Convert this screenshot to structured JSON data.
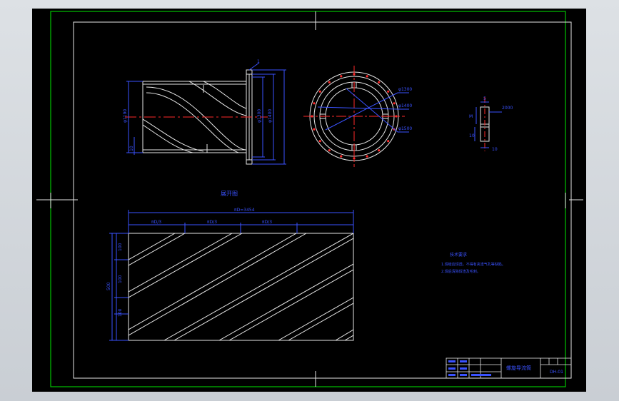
{
  "drawing": {
    "sheet_color": "#000000",
    "outer_frame_color": "#00c000",
    "inner_frame_color": "#ffffff",
    "dimension_color": "#3a52ff",
    "center_line_color": "#ff2a2a"
  },
  "views": {
    "side": {
      "balloon": "1",
      "dims": [
        "φ1190",
        "φ1300",
        "φ1400",
        "10"
      ]
    },
    "flange": {
      "dims": [
        "φ1300",
        "φ1400",
        "φ1500"
      ]
    },
    "detail": {
      "dims": [
        "5",
        "M",
        "2000",
        "10",
        "10"
      ]
    }
  },
  "development": {
    "label": "展开图",
    "total_length": "πD=3454",
    "segments": [
      "πD/3",
      "πD/3",
      "πD/3"
    ],
    "heights": [
      "100",
      "500",
      "100",
      "100"
    ]
  },
  "notes": {
    "title": "技术要求",
    "items": [
      "1.焊缝应焊透，不得有夹渣气孔等缺陷。",
      "2.焊后清除焊渣及毛刺。"
    ]
  },
  "title_block": {
    "name": "螺旋导流筒",
    "code": "DH-01"
  }
}
